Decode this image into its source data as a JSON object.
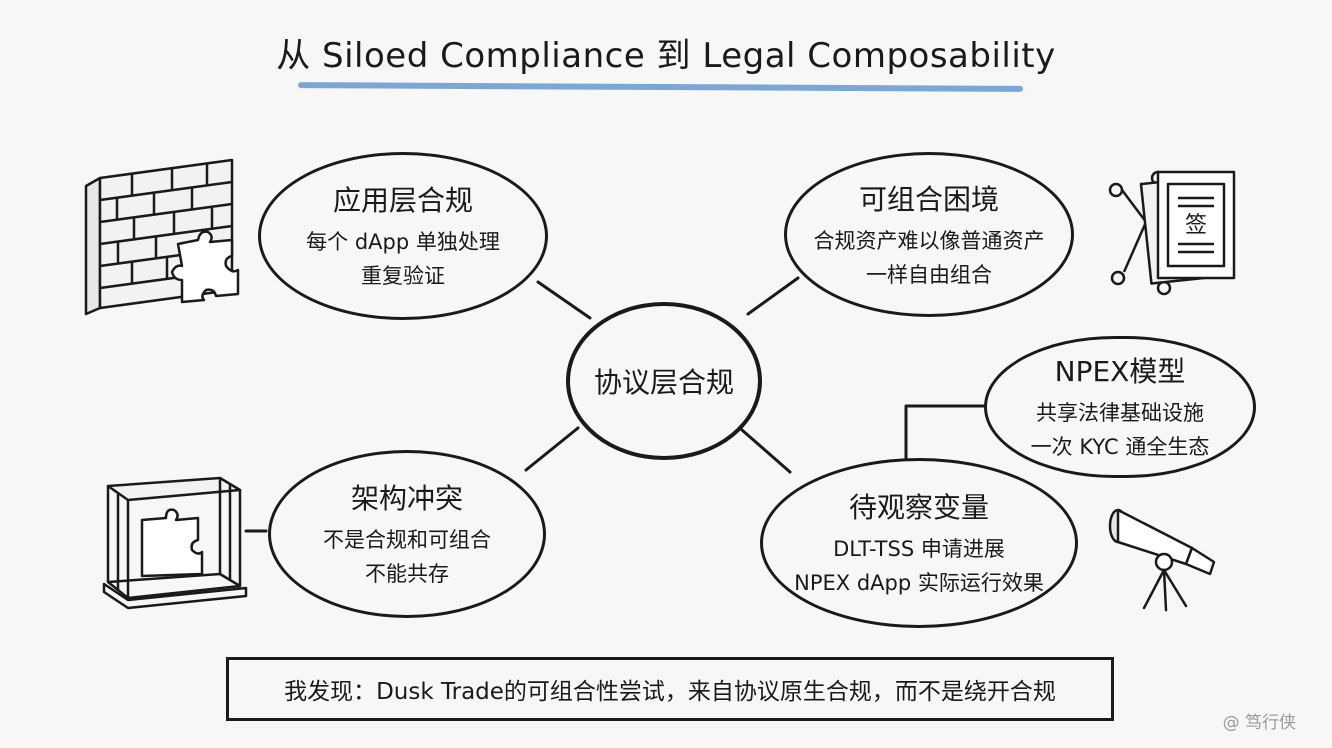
{
  "title": "从 Siloed Compliance 到 Legal Composability",
  "center": "协议层合规",
  "nodes": {
    "app_layer": {
      "head": "应用层合规",
      "lines": [
        "每个 dApp 单独处理",
        "重复验证"
      ]
    },
    "composability": {
      "head": "可组合困境",
      "lines": [
        "合规资产难以像普通资产",
        "一样自由组合"
      ]
    },
    "conflict": {
      "head": "架构冲突",
      "lines": [
        "不是合规和可组合",
        "不能共存"
      ]
    },
    "watch": {
      "head": "待观察变量",
      "lines": [
        "DLT-TSS 申请进展",
        "NPEX dApp 实际运行效果"
      ]
    },
    "npex": {
      "head": "NPEX模型",
      "lines": [
        "共享法律基础设施",
        "一次 KYC 通全生态"
      ]
    }
  },
  "document_icon_text": "签",
  "conclusion": "我发现：Dusk Trade的可组合性尝试，来自协议原生合规，而不是绕开合规",
  "watermark": "@ 笃行侠",
  "icons": [
    "brick-wall-puzzle-icon",
    "signed-document-icon",
    "cage-puzzle-icon",
    "telescope-icon"
  ],
  "colors": {
    "underline": "#7aa7d6",
    "stroke": "#1a1a1a",
    "background": "#f7f7f5"
  }
}
